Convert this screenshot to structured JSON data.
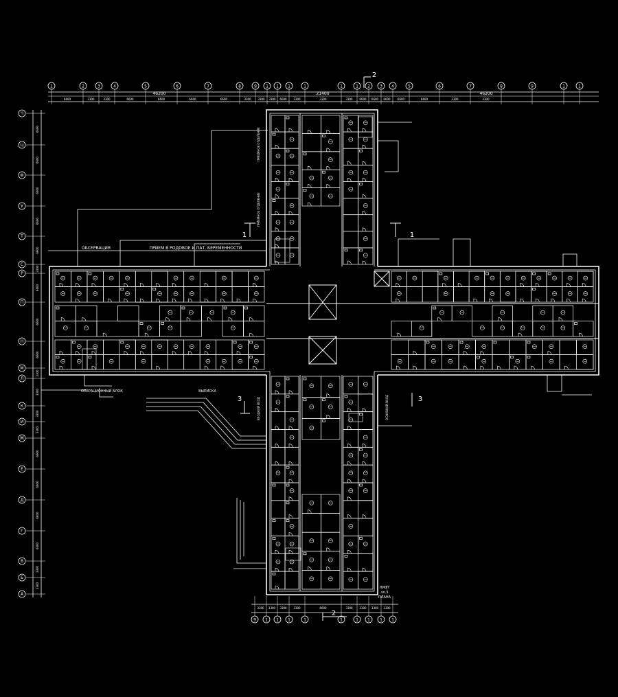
{
  "colors": {
    "background": "#000000",
    "line": "#ffffff",
    "dim": "#cfcfcf"
  },
  "axes_top": {
    "bubbles": [
      "1",
      "2",
      "3",
      "4",
      "5",
      "6",
      "7",
      "8",
      "9",
      "1",
      "1",
      "1",
      "1",
      "1",
      "1",
      "2",
      "3",
      "4",
      "5",
      "6",
      "7",
      "8",
      "9",
      "1",
      "1"
    ],
    "segments": [
      "6600",
      "3300",
      "3300",
      "6600",
      "6600",
      "6600",
      "6600",
      "3300",
      "3300",
      "3300",
      "6600",
      "3300",
      "3300",
      "3300",
      "6600",
      "6600",
      "6600",
      "6600",
      "6600",
      "3300",
      "3300"
    ],
    "totals": [
      "46200",
      "21400",
      "46200"
    ],
    "section_mark": "2"
  },
  "axes_left": {
    "bubbles": [
      "Ч",
      "Ц",
      "Ф",
      "У",
      "Т",
      "С",
      "Р",
      "П",
      "Н",
      "М",
      "Л",
      "К",
      "И",
      "Ж",
      "Е",
      "Д",
      "Г",
      "В",
      "Б",
      "А"
    ],
    "segments": [
      "6600",
      "6600",
      "6600",
      "6600",
      "6600",
      "3300",
      "6600",
      "6600",
      "6600",
      "3300",
      "3300",
      "3300",
      "3300",
      "6600",
      "6600",
      "6600",
      "6600",
      "3300",
      "3300"
    ]
  },
  "axes_bottom": {
    "bubbles": [
      "9",
      "1",
      "1",
      "1",
      "1",
      "1",
      "1",
      "1",
      "1",
      "1",
      "1"
    ],
    "segments": [
      "3300",
      "3300",
      "3300",
      "3300",
      "6600",
      "3300",
      "3300",
      "3300",
      "3300"
    ],
    "section_mark": "2"
  },
  "section_marks": {
    "s1": "1",
    "s3": "3"
  },
  "labels": {
    "observation": "ОБСЕРВАЦИЯ",
    "admission": "ПРИЕМ В РОДОВОЕ И ПАТ. БЕРЕМЕННОСТИ",
    "operating_block": "ОПЕРАЦИОННЫЙ БЛОК",
    "discharge": "ВЫПИСКА",
    "floor_title": "ЛИФТ",
    "floor_sub": "эл.3",
    "floor_note": "ПЛАНА",
    "north_annot_1": "ПРИЕМНОЕ ОТДЕЛЕНИЕ",
    "north_annot_2": "ПРИЕМНОЕ ОТДЕЛЕНИЕ",
    "south_annot_1": "ВХОДНОЙ ВХОД",
    "east_annot": "ОСНОВНОЙ ВХОД"
  }
}
